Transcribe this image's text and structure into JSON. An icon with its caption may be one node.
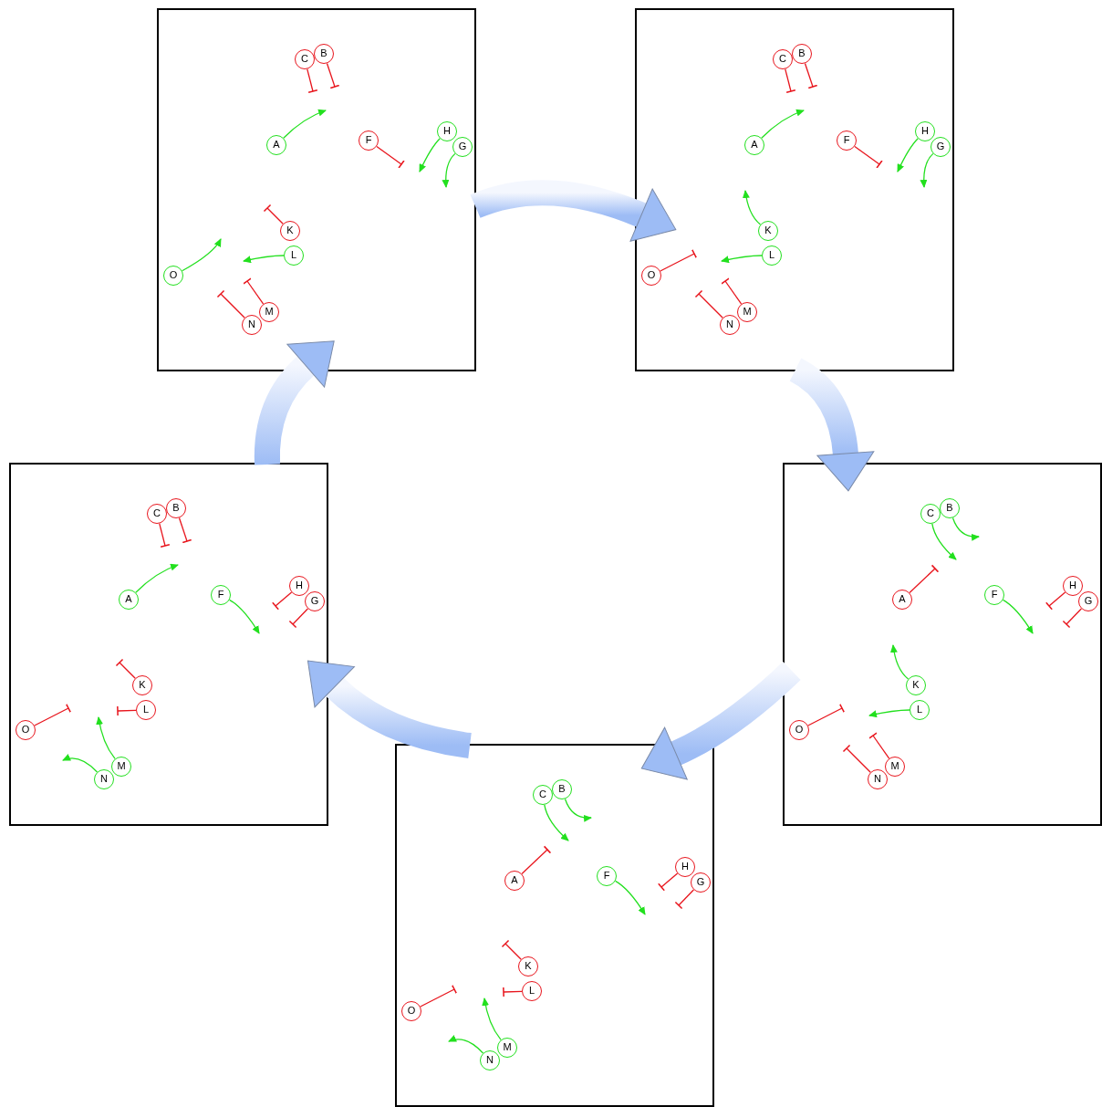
{
  "diagram": {
    "nodes": [
      {
        "text": [],
        "shape": "box"
      },
      {
        "text": [
          "C"
        ],
        "in": 0
      },
      {
        "text": [
          "B"
        ],
        "in": 0
      },
      {
        "text": [
          "A"
        ],
        "in": 0
      },
      {
        "text": [
          "F"
        ],
        "in": 0
      },
      {
        "text": [
          "H"
        ],
        "in": 0
      },
      {
        "text": [
          "G"
        ],
        "in": 0
      },
      {
        "text": [
          "K"
        ],
        "in": 0
      },
      {
        "text": [
          "L"
        ],
        "in": 0
      },
      {
        "text": [
          "O"
        ],
        "in": 0
      },
      {
        "text": [
          "M"
        ],
        "in": 0
      },
      {
        "text": [
          "N"
        ],
        "in": 0
      },
      {
        "text": [],
        "shape": "box"
      },
      {
        "text": [
          "C"
        ],
        "in": 12
      },
      {
        "text": [
          "B"
        ],
        "in": 12
      },
      {
        "text": [
          "A"
        ],
        "in": 12
      },
      {
        "text": [
          "F"
        ],
        "in": 12
      },
      {
        "text": [
          "H"
        ],
        "in": 12
      },
      {
        "text": [
          "G"
        ],
        "in": 12
      },
      {
        "text": [
          "K"
        ],
        "in": 12
      },
      {
        "text": [
          "L"
        ],
        "in": 12
      },
      {
        "text": [
          "O"
        ],
        "in": 12
      },
      {
        "text": [
          "M"
        ],
        "in": 12
      },
      {
        "text": [
          "N"
        ],
        "in": 12
      },
      {
        "text": [],
        "shape": "box"
      },
      {
        "text": [
          "C"
        ],
        "in": 24
      },
      {
        "text": [
          "B"
        ],
        "in": 24
      },
      {
        "text": [
          "A"
        ],
        "in": 24
      },
      {
        "text": [
          "F"
        ],
        "in": 24
      },
      {
        "text": [
          "H"
        ],
        "in": 24
      },
      {
        "text": [
          "G"
        ],
        "in": 24
      },
      {
        "text": [
          "K"
        ],
        "in": 24
      },
      {
        "text": [
          "L"
        ],
        "in": 24
      },
      {
        "text": [
          "O"
        ],
        "in": 24
      },
      {
        "text": [
          "M"
        ],
        "in": 24
      },
      {
        "text": [
          "N"
        ],
        "in": 24
      },
      {
        "text": [],
        "shape": "box"
      },
      {
        "text": [
          "C"
        ],
        "in": 36
      },
      {
        "text": [
          "B"
        ],
        "in": 36
      },
      {
        "text": [
          "A"
        ],
        "in": 36
      },
      {
        "text": [
          "F"
        ],
        "in": 36
      },
      {
        "text": [
          "H"
        ],
        "in": 36
      },
      {
        "text": [
          "G"
        ],
        "in": 36
      },
      {
        "text": [
          "K"
        ],
        "in": 36
      },
      {
        "text": [
          "L"
        ],
        "in": 36
      },
      {
        "text": [
          "O"
        ],
        "in": 36
      },
      {
        "text": [
          "M"
        ],
        "in": 36
      },
      {
        "text": [
          "N"
        ],
        "in": 36
      },
      {
        "text": [],
        "shape": "box"
      },
      {
        "text": [
          "C"
        ],
        "in": 48
      },
      {
        "text": [
          "B"
        ],
        "in": 48
      },
      {
        "text": [
          "A"
        ],
        "in": 48
      },
      {
        "text": [
          "F"
        ],
        "in": 48
      },
      {
        "text": [
          "H"
        ],
        "in": 48
      },
      {
        "text": [
          "G"
        ],
        "in": 48
      },
      {
        "text": [
          "K"
        ],
        "in": 48
      },
      {
        "text": [
          "L"
        ],
        "in": 48
      },
      {
        "text": [
          "O"
        ],
        "in": 48
      },
      {
        "text": [
          "M"
        ],
        "in": 48
      },
      {
        "text": [
          "N"
        ],
        "in": 48
      }
    ],
    "edges": [
      {
        "from": 1,
        "to": null,
        "arrow": "other",
        "color": "#e8141c"
      },
      {
        "from": 2,
        "to": null,
        "arrow": "other",
        "color": "#e8141c"
      },
      {
        "from": 3,
        "to": null,
        "arrow": "to",
        "color": "#22e01e"
      },
      {
        "from": 4,
        "to": null,
        "arrow": "other",
        "color": "#e8141c"
      },
      {
        "from": 5,
        "to": null,
        "arrow": "to",
        "color": "#22e01e"
      },
      {
        "from": 6,
        "to": null,
        "arrow": "to",
        "color": "#22e01e"
      },
      {
        "from": 7,
        "to": null,
        "arrow": "other",
        "color": "#e8141c"
      },
      {
        "from": 8,
        "to": null,
        "arrow": "to",
        "color": "#22e01e"
      },
      {
        "from": 9,
        "to": null,
        "arrow": "to",
        "color": "#22e01e"
      },
      {
        "from": 10,
        "to": null,
        "arrow": "other",
        "color": "#e8141c"
      },
      {
        "from": 11,
        "to": null,
        "arrow": "other",
        "color": "#e8141c"
      },
      {
        "from": 13,
        "to": null,
        "arrow": "other",
        "color": "#e8141c"
      },
      {
        "from": 14,
        "to": null,
        "arrow": "other",
        "color": "#e8141c"
      },
      {
        "from": 15,
        "to": null,
        "arrow": "to",
        "color": "#22e01e"
      },
      {
        "from": 16,
        "to": null,
        "arrow": "other",
        "color": "#e8141c"
      },
      {
        "from": 17,
        "to": null,
        "arrow": "to",
        "color": "#22e01e"
      },
      {
        "from": 18,
        "to": null,
        "arrow": "to",
        "color": "#22e01e"
      },
      {
        "from": 19,
        "to": null,
        "arrow": "to",
        "color": "#22e01e"
      },
      {
        "from": 20,
        "to": null,
        "arrow": "to",
        "color": "#22e01e"
      },
      {
        "from": 21,
        "to": null,
        "arrow": "other",
        "color": "#e8141c"
      },
      {
        "from": 22,
        "to": null,
        "arrow": "other",
        "color": "#e8141c"
      },
      {
        "from": 23,
        "to": null,
        "arrow": "other",
        "color": "#e8141c"
      },
      {
        "from": 25,
        "to": null,
        "arrow": "other",
        "color": "#e8141c"
      },
      {
        "from": 26,
        "to": null,
        "arrow": "other",
        "color": "#e8141c"
      },
      {
        "from": 27,
        "to": null,
        "arrow": "to",
        "color": "#22e01e"
      },
      {
        "from": 28,
        "to": null,
        "arrow": "to",
        "color": "#22e01e"
      },
      {
        "from": 29,
        "to": null,
        "arrow": "other",
        "color": "#e8141c"
      },
      {
        "from": 30,
        "to": null,
        "arrow": "other",
        "color": "#e8141c"
      },
      {
        "from": 31,
        "to": null,
        "arrow": "other",
        "color": "#e8141c"
      },
      {
        "from": 32,
        "to": null,
        "arrow": "other",
        "color": "#e8141c"
      },
      {
        "from": 33,
        "to": null,
        "arrow": "other",
        "color": "#e8141c"
      },
      {
        "from": 34,
        "to": null,
        "arrow": "to",
        "color": "#22e01e"
      },
      {
        "from": 35,
        "to": null,
        "arrow": "to",
        "color": "#22e01e"
      },
      {
        "from": 37,
        "to": null,
        "arrow": "to",
        "color": "#22e01e"
      },
      {
        "from": 38,
        "to": null,
        "arrow": "to",
        "color": "#22e01e"
      },
      {
        "from": 39,
        "to": null,
        "arrow": "other",
        "color": "#e8141c"
      },
      {
        "from": 40,
        "to": null,
        "arrow": "to",
        "color": "#22e01e"
      },
      {
        "from": 41,
        "to": null,
        "arrow": "other",
        "color": "#e8141c"
      },
      {
        "from": 42,
        "to": null,
        "arrow": "other",
        "color": "#e8141c"
      },
      {
        "from": 43,
        "to": null,
        "arrow": "to",
        "color": "#22e01e"
      },
      {
        "from": 44,
        "to": null,
        "arrow": "to",
        "color": "#22e01e"
      },
      {
        "from": 45,
        "to": null,
        "arrow": "other",
        "color": "#e8141c"
      },
      {
        "from": 46,
        "to": null,
        "arrow": "other",
        "color": "#e8141c"
      },
      {
        "from": 47,
        "to": null,
        "arrow": "other",
        "color": "#e8141c"
      },
      {
        "from": 49,
        "to": null,
        "arrow": "to",
        "color": "#22e01e"
      },
      {
        "from": 50,
        "to": null,
        "arrow": "to",
        "color": "#22e01e"
      },
      {
        "from": 51,
        "to": null,
        "arrow": "other",
        "color": "#e8141c"
      },
      {
        "from": 52,
        "to": null,
        "arrow": "to",
        "color": "#22e01e"
      },
      {
        "from": 53,
        "to": null,
        "arrow": "other",
        "color": "#e8141c"
      },
      {
        "from": 54,
        "to": null,
        "arrow": "other",
        "color": "#e8141c"
      },
      {
        "from": 55,
        "to": null,
        "arrow": "other",
        "color": "#e8141c"
      },
      {
        "from": 56,
        "to": null,
        "arrow": "other",
        "color": "#e8141c"
      },
      {
        "from": 57,
        "to": null,
        "arrow": "other",
        "color": "#e8141c"
      },
      {
        "from": 58,
        "to": null,
        "arrow": "to",
        "color": "#22e01e"
      },
      {
        "from": 59,
        "to": null,
        "arrow": "to",
        "color": "#22e01e"
      },
      {
        "from": 0,
        "to": 12,
        "arrow": "to",
        "style": "thick",
        "color": "#9dbcf5"
      },
      {
        "from": 12,
        "to": 36,
        "arrow": "to",
        "style": "thick",
        "color": "#9dbcf5"
      },
      {
        "from": 36,
        "to": 48,
        "arrow": "to",
        "style": "thick",
        "color": "#9dbcf5"
      },
      {
        "from": 48,
        "to": 24,
        "arrow": "to",
        "style": "thick",
        "color": "#9dbcf5"
      },
      {
        "from": 24,
        "to": 0,
        "arrow": "to",
        "style": "thick",
        "color": "#9dbcf5"
      }
    ]
  }
}
